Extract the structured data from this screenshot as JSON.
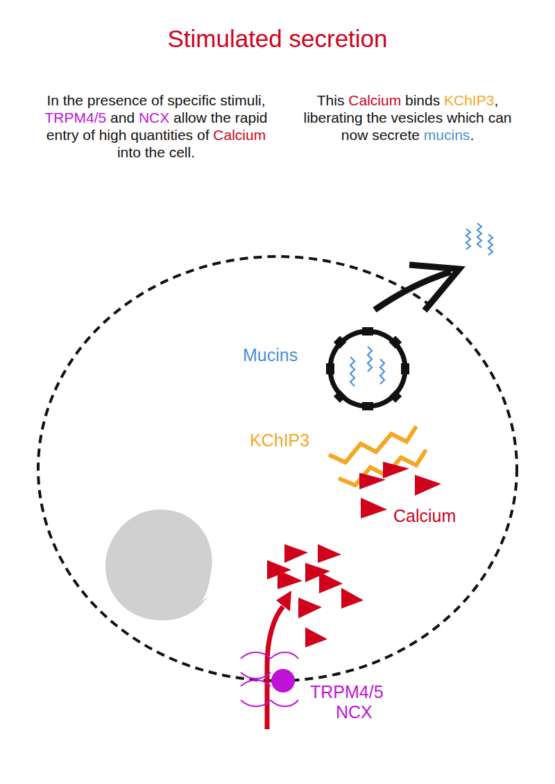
{
  "diagram": {
    "title": "Stimulated secretion",
    "labels": [
      "In the presence of specific stimuli, TRPM4/5 and NCX allow the rapid entry of high quantities of Calcium into the cell.",
      "This Calcium binds KChIP3, liberating the vesicles which can now secrete mucins.",
      "Mucins",
      "KChIP3",
      "Calcium",
      "TRPM4/5",
      "NCX"
    ]
  }
}
